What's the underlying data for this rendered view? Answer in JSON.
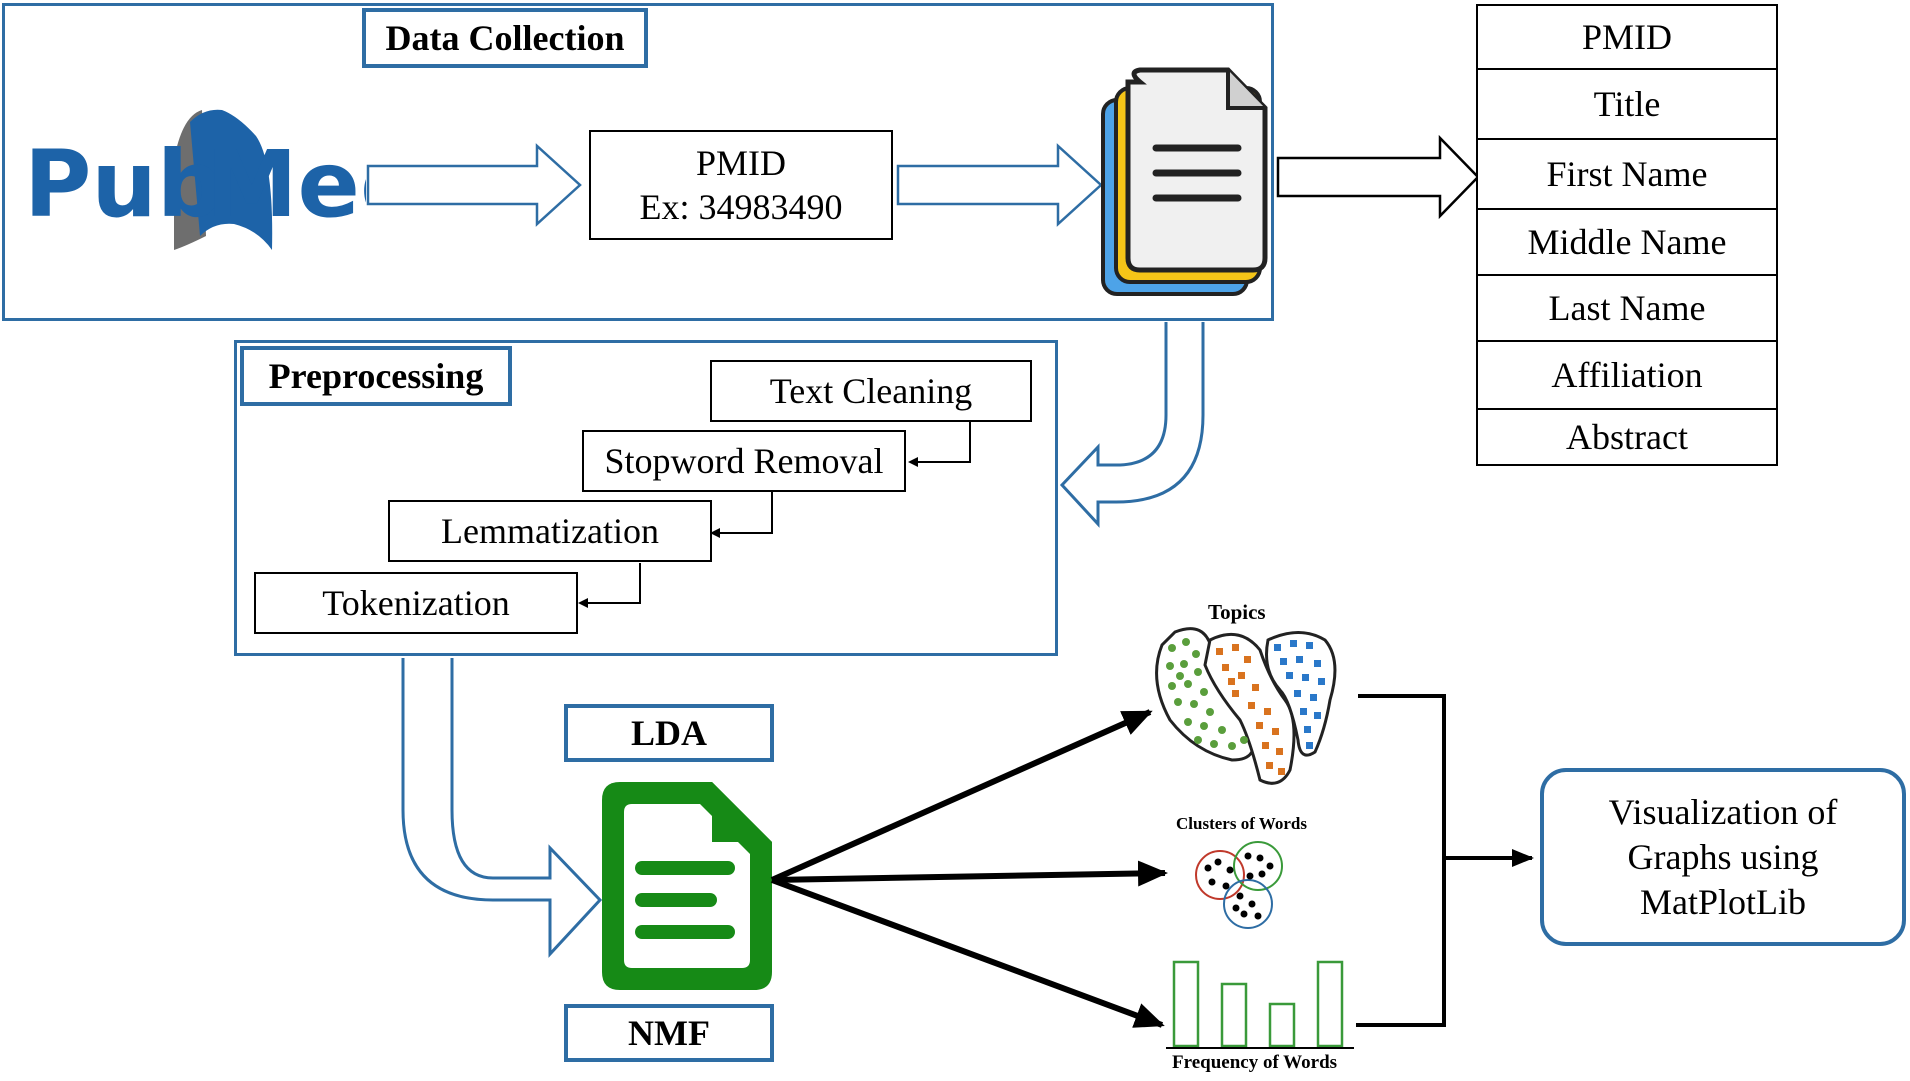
{
  "data_collection": {
    "title": "Data Collection",
    "logo": {
      "text_left": "Pub",
      "text_right": "Med",
      "color": "#1d63a8"
    },
    "pmid_box": {
      "line1": "PMID",
      "line2": "Ex: 34983490"
    }
  },
  "fields": [
    "PMID",
    "Title",
    "First Name",
    "Middle Name",
    "Last Name",
    "Affiliation",
    "Abstract"
  ],
  "preprocessing": {
    "title": "Preprocessing",
    "steps": [
      "Text Cleaning",
      "Stopword Removal",
      "Lemmatization",
      "Tokenization"
    ]
  },
  "models": {
    "top": "LDA",
    "bottom": "NMF"
  },
  "outputs": {
    "topics": "Topics",
    "clusters": "Clusters of Words",
    "frequency": "Frequency of Words"
  },
  "visualization": {
    "line1": "Visualization of",
    "line2": "Graphs using",
    "line3": "MatPlotLib"
  },
  "colors": {
    "frame_blue": "#2e6da4",
    "doc_green": "#168a16",
    "doc_yellow": "#f5c518",
    "doc_blue": "#4da3e8",
    "topic_green": "#5a9e3c",
    "topic_orange": "#d9731f",
    "topic_blue": "#2a78c9"
  }
}
